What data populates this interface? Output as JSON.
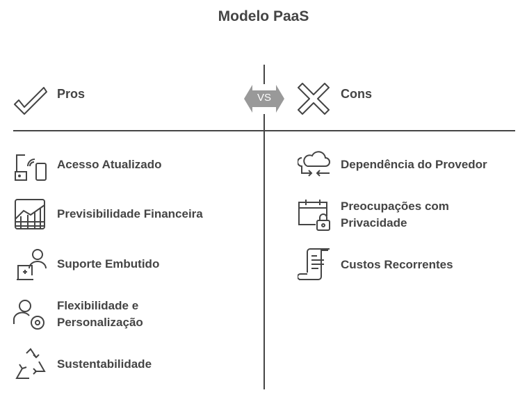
{
  "title": "Modelo PaaS",
  "vs_label": "VS",
  "pros": {
    "heading": "Pros",
    "items": [
      {
        "label": "Acesso Atualizado",
        "icon": "devices-wifi-icon"
      },
      {
        "label": "Previsibilidade Financeira",
        "icon": "chart-grid-icon"
      },
      {
        "label": "Suporte Embutido",
        "icon": "user-support-icon"
      },
      {
        "label": "Flexibilidade e Personalização",
        "icon": "user-gear-icon"
      },
      {
        "label": "Sustentabilidade",
        "icon": "recycle-icon"
      }
    ]
  },
  "cons": {
    "heading": "Cons",
    "items": [
      {
        "label": "Dependência do Provedor",
        "icon": "cloud-exchange-icon"
      },
      {
        "label": "Preocupações com Privacidade",
        "icon": "calendar-lock-icon"
      },
      {
        "label": "Custos Recorrentes",
        "icon": "receipt-icon"
      }
    ]
  },
  "colors": {
    "text": "#444444",
    "badge": "#999999"
  }
}
